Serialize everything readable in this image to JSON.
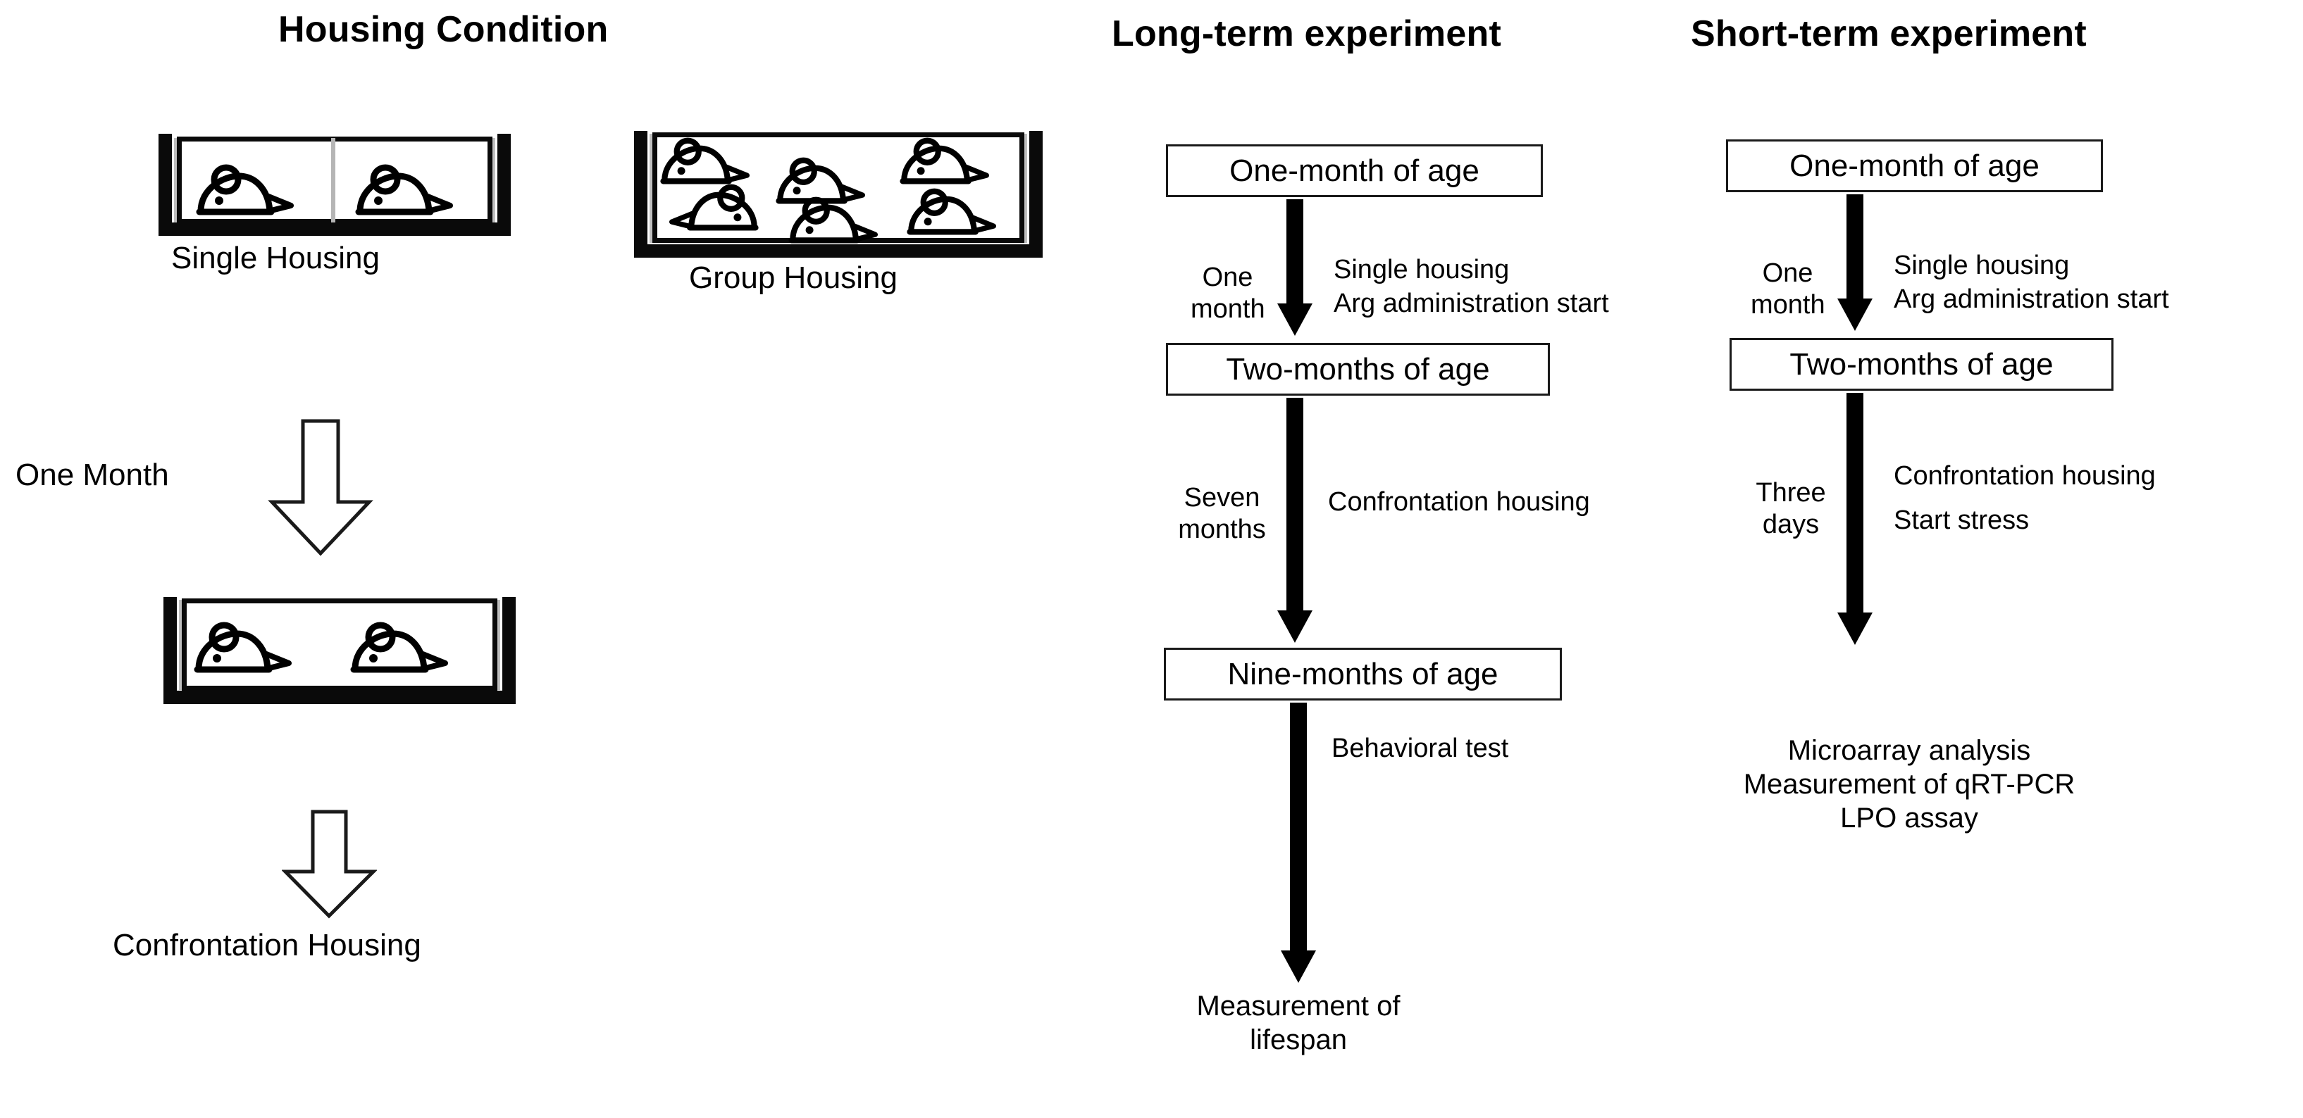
{
  "panels": {
    "housing": {
      "title": "Housing Condition",
      "single_caption": "Single Housing",
      "group_caption": "Group Housing",
      "transition_label": "One Month",
      "confrontation_caption": "Confrontation Housing",
      "single_mice_count": 2,
      "group_mice_count": 6,
      "confrontation_mice_count": 2
    },
    "long_term": {
      "title": "Long-term experiment",
      "steps": [
        {
          "box": "One-month of age"
        },
        {
          "box": "Two-months of age"
        },
        {
          "box": "Nine-months of age"
        }
      ],
      "arrows": [
        {
          "duration_line1": "One",
          "duration_line2": "month",
          "event_line1": "Single housing",
          "event_line2": "Arg administration start"
        },
        {
          "duration_line1": "Seven",
          "duration_line2": "months",
          "event_line1": "Confrontation housing",
          "event_line2": ""
        },
        {
          "duration_line1": "",
          "duration_line2": "",
          "event_line1": "Behavioral test",
          "event_line2": ""
        }
      ],
      "outcome_line1": "Measurement of",
      "outcome_line2": "lifespan"
    },
    "short_term": {
      "title": "Short-term experiment",
      "steps": [
        {
          "box": "One-month of age"
        },
        {
          "box": "Two-months of age"
        }
      ],
      "arrows": [
        {
          "duration_line1": "One",
          "duration_line2": "month",
          "event_line1": "Single housing",
          "event_line2": "Arg administration start"
        },
        {
          "duration_line1": "Three",
          "duration_line2": "days",
          "event_line1": "Confrontation housing",
          "event_line2": "Start stress"
        }
      ],
      "outcome_line1": "Microarray analysis",
      "outcome_line2": "Measurement of qRT-PCR",
      "outcome_line3": "LPO assay"
    }
  },
  "colors": {
    "ink": "#000000",
    "cage_frame": "#0a0a0a",
    "cage_divider": "#b5b5b5",
    "box_border": "#1a1a1a",
    "background": "#ffffff"
  }
}
